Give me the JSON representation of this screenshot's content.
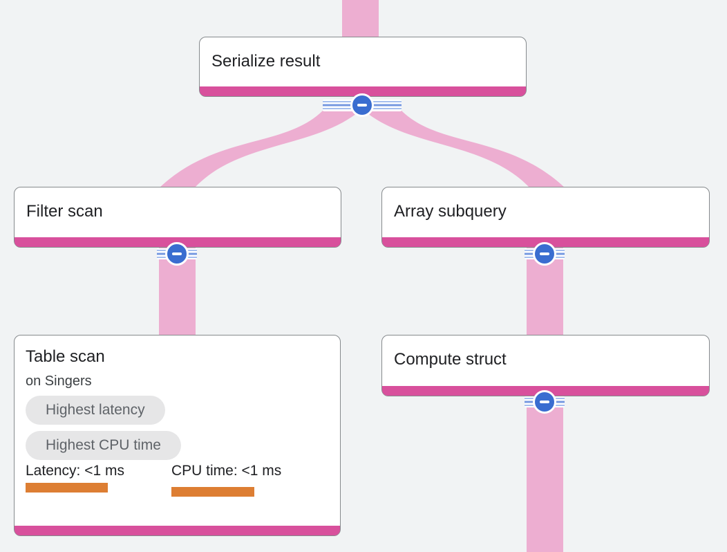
{
  "app": "query-execution-plan-graph",
  "colors": {
    "bg": "#f1f3f4",
    "node_bg": "#ffffff",
    "node_border": "#85898c",
    "accent_pink": "#d8509c",
    "ribbon_pink": "#edaed1",
    "collapse_blue": "#3a6dd0",
    "stripe_light": "#a6bfee",
    "stripe_mid": "#7598e0",
    "bar_orange": "#dd7e33",
    "badge_bg": "#e6e6e7",
    "badge_text": "#5f6368",
    "text_primary": "#202124",
    "text_secondary": "#3c4043"
  },
  "nodes": {
    "serialize": {
      "title": "Serialize result"
    },
    "filter": {
      "title": "Filter scan"
    },
    "array": {
      "title": "Array subquery"
    },
    "table": {
      "title": "Table scan",
      "subtitle": "on Singers",
      "badges": {
        "latency": "Highest latency",
        "cpu": "Highest CPU time"
      },
      "metrics": {
        "latency_label": "Latency: <1 ms",
        "cpu_label": "CPU time: <1 ms"
      }
    },
    "compute": {
      "title": "Compute struct"
    }
  },
  "edges": [
    {
      "from": "(parent above)",
      "to": "serialize"
    },
    {
      "from": "serialize",
      "to": "filter"
    },
    {
      "from": "serialize",
      "to": "array"
    },
    {
      "from": "filter",
      "to": "table"
    },
    {
      "from": "array",
      "to": "compute"
    },
    {
      "from": "compute",
      "to": "(child below)"
    }
  ]
}
